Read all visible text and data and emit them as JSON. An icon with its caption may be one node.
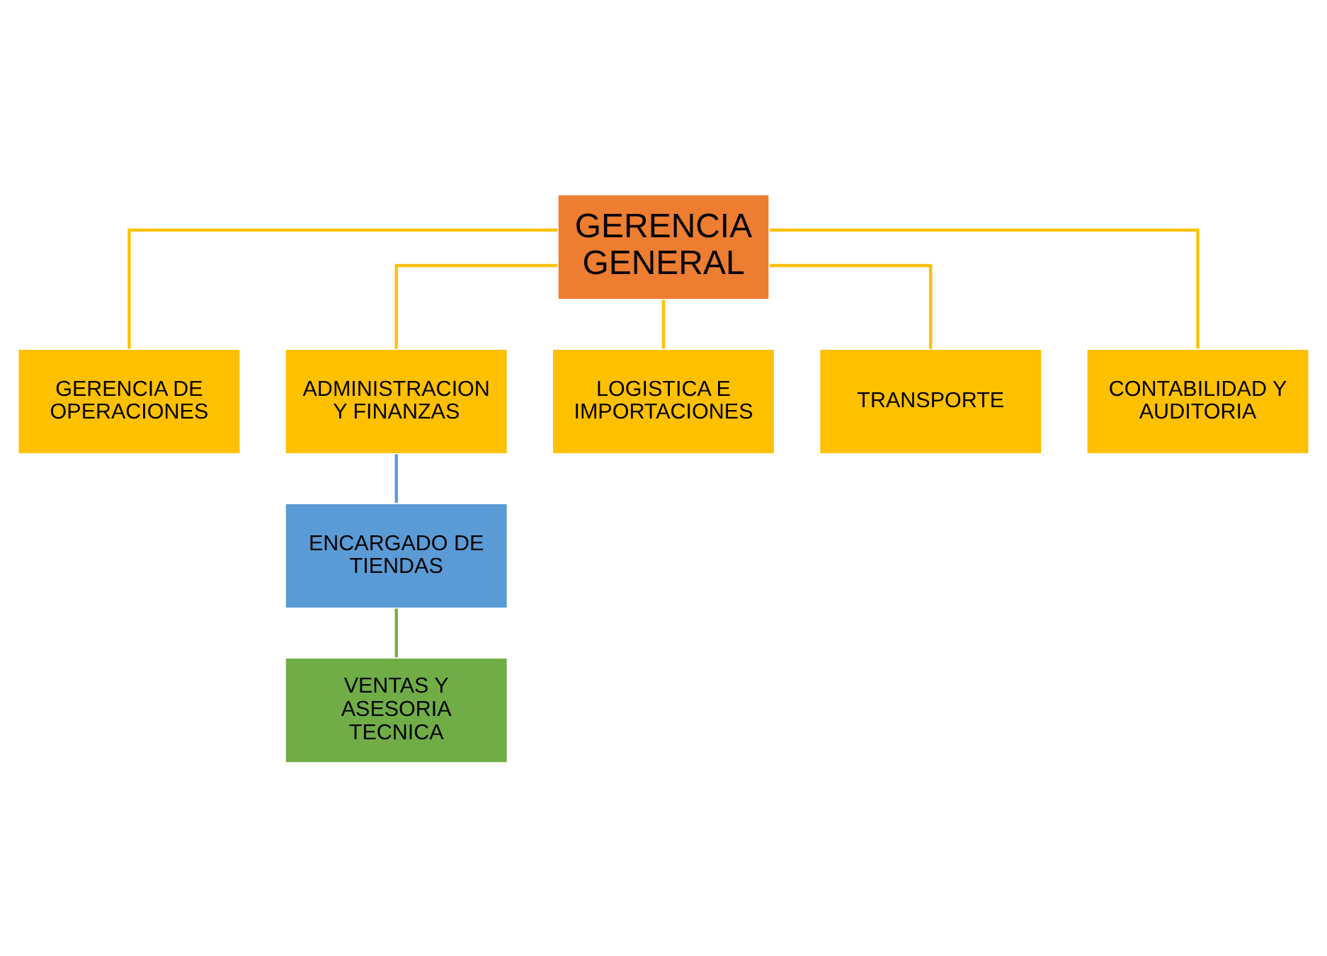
{
  "diagram": {
    "nodes": [
      {
        "text": [
          "GERENCIA GENERAL"
        ]
      },
      {
        "text": [
          "GERENCIA DE OPERACIONES"
        ]
      },
      {
        "text": [
          "ADMINISTRACION Y FINANZAS"
        ]
      },
      {
        "text": [
          "LOGISTICA E IMPORTACIONES"
        ]
      },
      {
        "text": [
          "TRANSPORTE"
        ]
      },
      {
        "text": [
          "CONTABILIDAD Y AUDITORIA"
        ]
      },
      {
        "text": [
          "ENCARGADO DE TIENDAS"
        ]
      },
      {
        "text": [
          "VENTAS Y ASESORIA TECNICA"
        ]
      }
    ],
    "edges": [
      {
        "from": 0,
        "to": 1,
        "arrow": "none"
      },
      {
        "from": 0,
        "to": 2,
        "arrow": "none"
      },
      {
        "from": 0,
        "to": 3,
        "arrow": "none"
      },
      {
        "from": 0,
        "to": 4,
        "arrow": "none"
      },
      {
        "from": 0,
        "to": 5,
        "arrow": "none"
      },
      {
        "from": 2,
        "to": 6,
        "arrow": "none",
        "color": "#5b9bd5"
      },
      {
        "from": 6,
        "to": 7,
        "arrow": "none",
        "color": "#70ad47"
      }
    ]
  }
}
